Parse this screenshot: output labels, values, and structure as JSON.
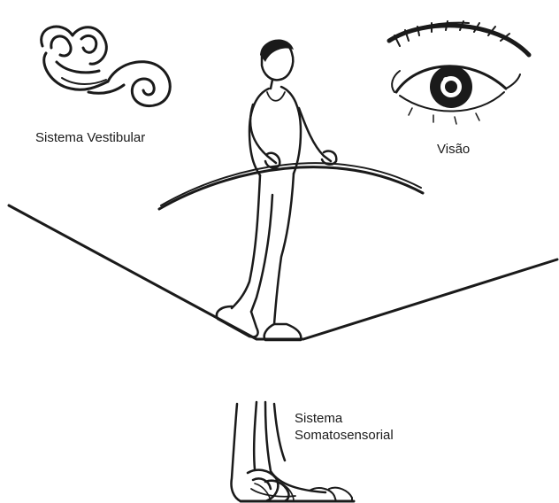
{
  "labels": {
    "vestibular": "Sistema Vestibular",
    "vision": "Visão",
    "somatosensory_line1": "Sistema",
    "somatosensory_line2": "Somatosensorial"
  },
  "colors": {
    "ink": "#1a1a1a",
    "background": "#ffffff"
  },
  "icons": [
    "inner-ear-icon",
    "eye-icon",
    "tightrope-walker",
    "foot-icon"
  ]
}
